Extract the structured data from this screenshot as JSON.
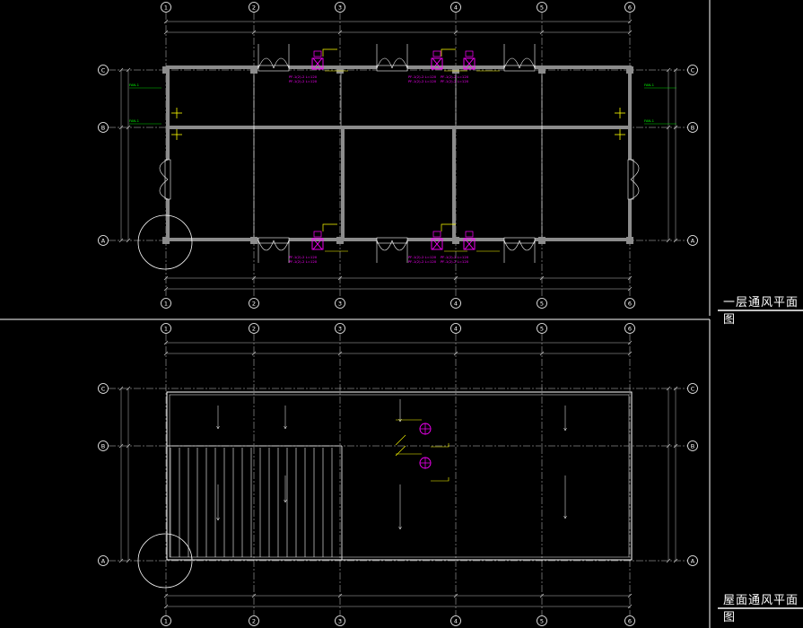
{
  "sheet": {
    "titles": {
      "ground_floor": "一层通风平面图",
      "roof": "屋面通风平面图"
    }
  },
  "grid": {
    "columns": [
      "1",
      "2",
      "3",
      "4",
      "5",
      "6"
    ],
    "rows": [
      "C",
      "B",
      "A"
    ]
  },
  "colors": {
    "background": "#000000",
    "line": "#ffffff",
    "wall": "#8c8c8c",
    "duct_equipment": "#ff00ff",
    "annotation": "#ffff00",
    "note_text": "#00ff00",
    "dimension": "#bbbbbb"
  }
}
